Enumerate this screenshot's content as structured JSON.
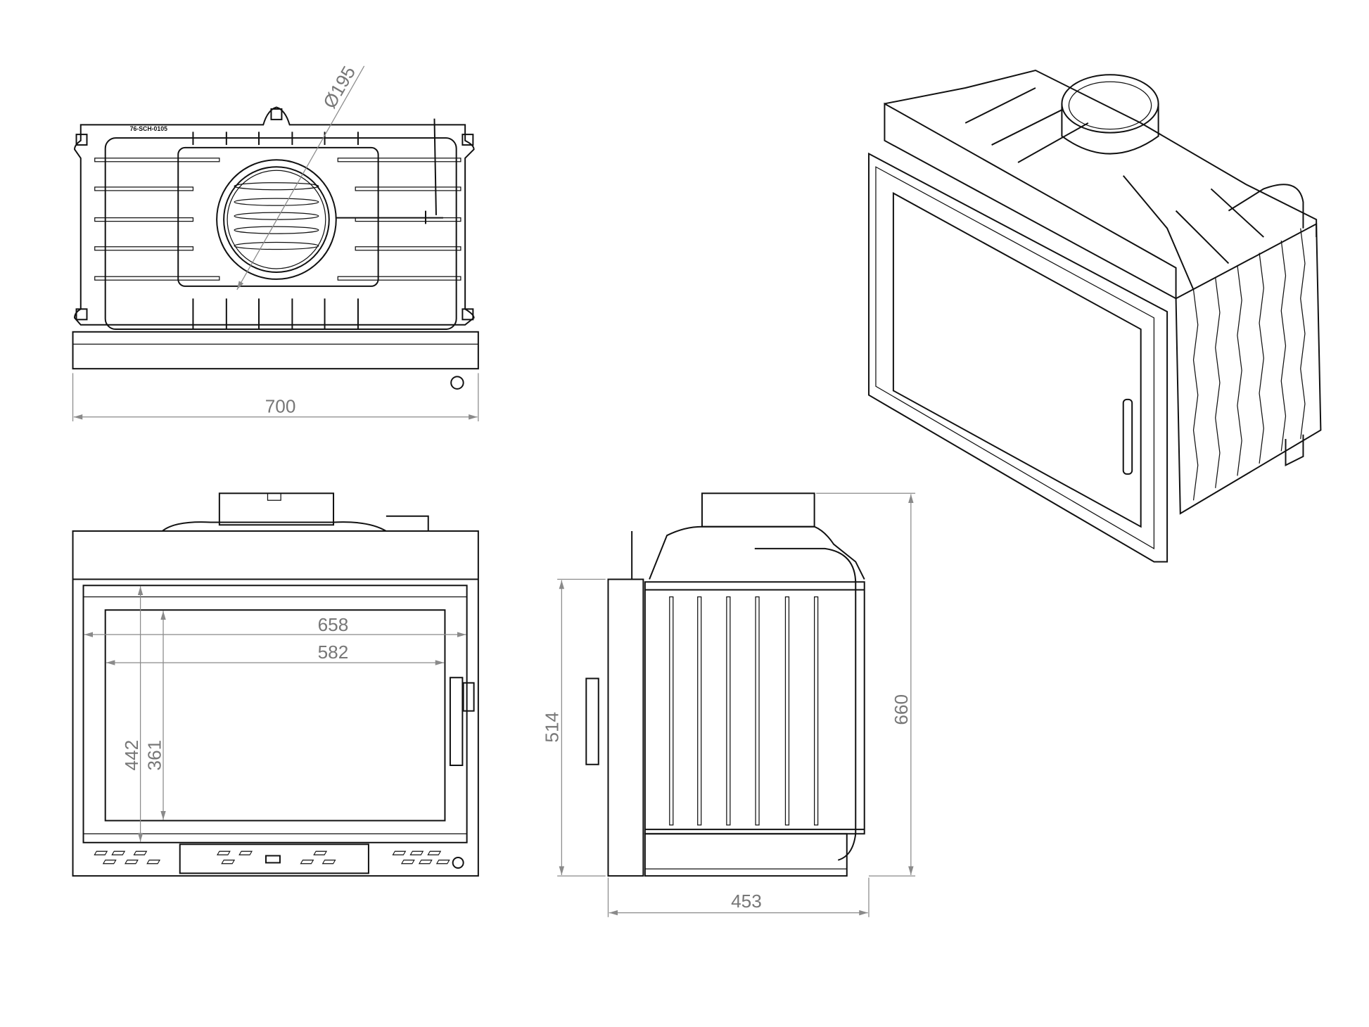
{
  "title": "Fireplace insert technical drawing",
  "part_label": "76-SCH-0105",
  "views": {
    "top": {
      "width": "700",
      "flue_diameter": "Ø195"
    },
    "front": {
      "frame_width": "658",
      "glass_width": "582",
      "frame_height": "442",
      "glass_height": "361"
    },
    "side": {
      "door_height": "514",
      "total_height": "660",
      "depth": "453"
    }
  },
  "colors": {
    "line": "#111111",
    "dimension": "#8a8a8a"
  }
}
